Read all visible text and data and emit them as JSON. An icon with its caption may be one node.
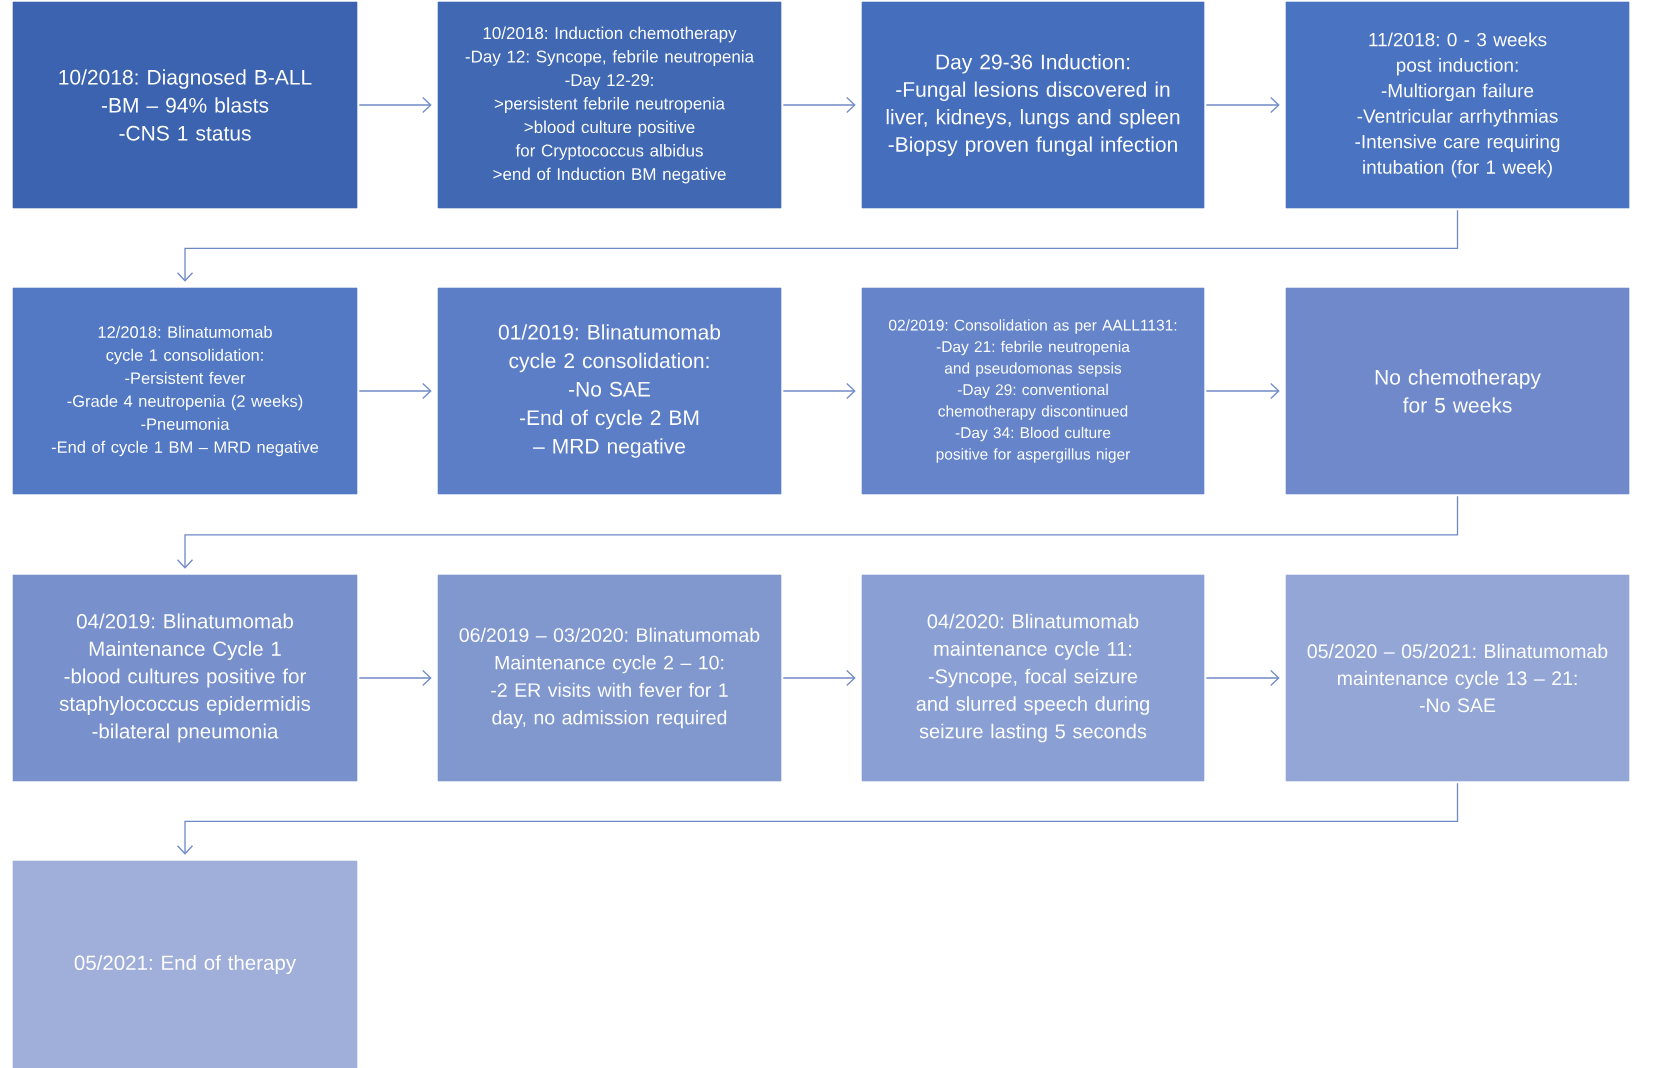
{
  "diagram": {
    "nodes": [
      {
        "text": [
          "10/2018: Diagnosed B-ALL",
          "-BM – 94% blasts",
          "-CNS 1 status"
        ]
      },
      {
        "text": [
          "10/2018: Induction chemotherapy",
          "-Day 12: Syncope, febrile neutropenia",
          "-Day 12-29:",
          ">persistent febrile neutropenia",
          ">blood culture positive for Cryptococcus albidus",
          ">end of Induction BM negative"
        ]
      },
      {
        "text": [
          "Day 29-36 Induction:",
          "-Fungal lesions discovered in liver, kidneys, lungs and spleen",
          "-Biopsy proven fungal infection"
        ]
      },
      {
        "text": [
          "11/2018: 0 - 3 weeks post induction:",
          "-Multiorgan failure",
          "-Ventricular arrhythmias",
          "-Intensive care requiring intubation (for 1 week)"
        ]
      },
      {
        "text": [
          "12/2018: Blinatumomab cycle 1 consolidation:",
          "-Persistent fever",
          "-Grade 4 neutropenia (2 weeks)",
          "-Pneumonia",
          "-End of cycle 1 BM – MRD negative"
        ]
      },
      {
        "text": [
          "01/2019: Blinatumomab cycle 2 consolidation:",
          "-No SAE",
          "-End of cycle 2 BM – MRD negative"
        ]
      },
      {
        "text": [
          "02/2019: Consolidation as per AALL1131:",
          "-Day 21: febrile neutropenia and pseudomonas sepsis",
          "-Day 29: conventional chemotherapy discontinued",
          "-Day 34: Blood culture positive for aspergillus niger"
        ]
      },
      {
        "text": [
          "No chemotherapy for 5 weeks"
        ]
      },
      {
        "text": [
          "04/2019: Blinatumomab Maintenance Cycle 1",
          "-blood cultures positive for staphylococcus epidermidis",
          "-bilateral pneumonia"
        ]
      },
      {
        "text": [
          "06/2019 – 03/2020: Blinatumomab Maintenance cycle 2 – 10:",
          "-2 ER visits with fever for 1 day, no admission required"
        ]
      },
      {
        "text": [
          "04/2020: Blinatumomab maintenance cycle 11:",
          "-Syncope, focal seizure and slurred speech during seizure lasting 5 seconds"
        ]
      },
      {
        "text": [
          "05/2020 – 05/2021: Blinatumomab maintenance cycle 13 – 21:",
          "-No SAE"
        ]
      },
      {
        "text": [
          "05/2021: End of therapy"
        ]
      }
    ],
    "edges": [
      {
        "from": 0,
        "to": 1,
        "arrow": "to"
      },
      {
        "from": 1,
        "to": 2,
        "arrow": "to"
      },
      {
        "from": 2,
        "to": 3,
        "arrow": "to"
      },
      {
        "from": 3,
        "to": 4,
        "arrow": "to"
      },
      {
        "from": 4,
        "to": 5,
        "arrow": "to"
      },
      {
        "from": 5,
        "to": 6,
        "arrow": "to"
      },
      {
        "from": 6,
        "to": 7,
        "arrow": "to"
      },
      {
        "from": 7,
        "to": 8,
        "arrow": "to"
      },
      {
        "from": 8,
        "to": 9,
        "arrow": "to"
      },
      {
        "from": 9,
        "to": 10,
        "arrow": "to"
      },
      {
        "from": 10,
        "to": 11,
        "arrow": "to"
      },
      {
        "from": 11,
        "to": 12,
        "arrow": "to"
      }
    ]
  }
}
